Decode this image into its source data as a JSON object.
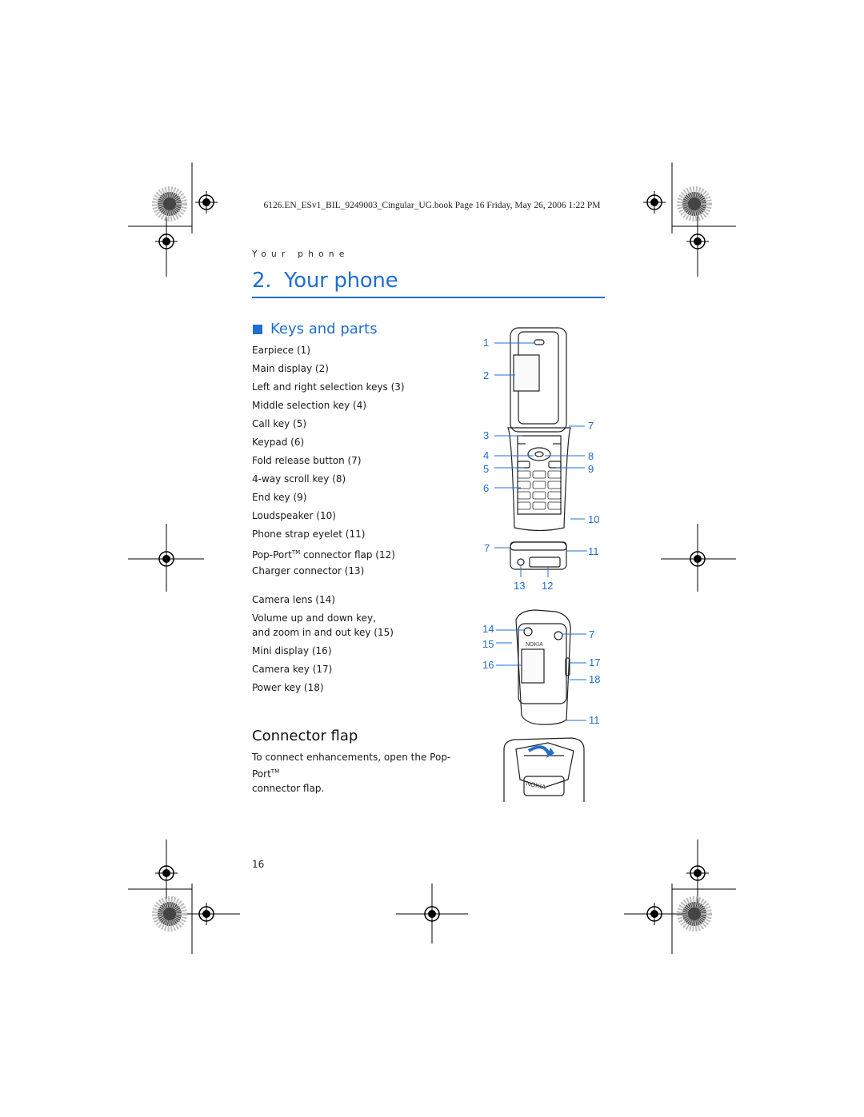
{
  "print_header": "6126.EN_ESv1_BIL_9249003_Cingular_UG.book  Page 16  Friday, May 26, 2006  1:22 PM",
  "running_header": "Your phone",
  "chapter": {
    "number": "2.",
    "title": "Your phone"
  },
  "section": {
    "title": "Keys and parts"
  },
  "parts": [
    {
      "label": "Earpiece (1)"
    },
    {
      "label": "Main display (2)"
    },
    {
      "label": "Left and right selection keys (3)"
    },
    {
      "label": "Middle selection key (4)"
    },
    {
      "label": "Call key (5)"
    },
    {
      "label": "Keypad (6)"
    },
    {
      "label": "Fold release button (7)"
    },
    {
      "label": "4-way scroll key (8)"
    },
    {
      "label": "End key (9)"
    },
    {
      "label": "Loudspeaker (10)"
    },
    {
      "label": "Phone strap eyelet (11)"
    },
    {
      "pre": "Pop-Port",
      "sup": "TM",
      "post": " connector flap (12)"
    },
    {
      "label": "Charger connector (13)"
    },
    {
      "label": "Camera lens (14)"
    },
    {
      "label": "Volume up and down key,",
      "label2": "and zoom in and out key (15)"
    },
    {
      "label": "Mini display (16)"
    },
    {
      "label": "Camera key (17)"
    },
    {
      "label": "Power key (18)"
    }
  ],
  "connector_flap": {
    "title": "Connector flap",
    "text_pre": "To connect enhancements, open the Pop-Port",
    "text_sup": "TM",
    "text_post": "connector flap."
  },
  "callouts": {
    "open_left": [
      "1",
      "2",
      "3",
      "4",
      "5",
      "6"
    ],
    "open_right": [
      "7",
      "8",
      "9",
      "10"
    ],
    "side_left": [
      "7"
    ],
    "side_right": [
      "11"
    ],
    "bottom": [
      "13",
      "12"
    ],
    "closed_left": [
      "14",
      "15",
      "16"
    ],
    "closed_right": [
      "7",
      "17",
      "18",
      "11"
    ]
  },
  "logo_text": "NOKIA",
  "page_number": "16",
  "colors": {
    "accent": "#1f6fd1",
    "text": "#1a1a1a"
  }
}
